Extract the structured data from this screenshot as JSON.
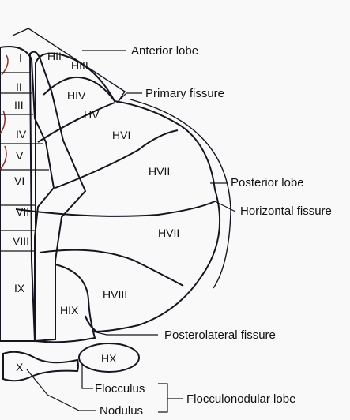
{
  "colors": {
    "background": "#f9f9f9",
    "vermis": "#8c8a8c",
    "paravermis": "#dcefcf",
    "hemisphere": "#97b9dc",
    "outline": "#151520",
    "artery": "#8a2e2e"
  },
  "vermis_labels": {
    "i": "I",
    "ii": "II",
    "iii": "III",
    "iv": "IV",
    "v": "V",
    "vi": "VI",
    "vii": "VII",
    "viii": "VIII",
    "ix": "IX",
    "x": "X"
  },
  "hemisphere_labels": {
    "hii": "HII",
    "hiii": "HIII",
    "hiv": "HIV",
    "hv": "HV",
    "hvi": "HVI",
    "hvii_upper": "HVII",
    "hvii_lower": "HVII",
    "hviii": "HVIII",
    "hix": "HIX",
    "hx": "HX"
  },
  "callouts": {
    "anterior_lobe": "Anterior lobe",
    "primary_fissure": "Primary fissure",
    "posterior_lobe": "Posterior lobe",
    "horizontal_fissure": "Horizontal fissure",
    "posterolateral_fissure": "Posterolateral fissure",
    "flocculus": "Flocculus",
    "nodulus": "Nodulus",
    "flocculonodular_lobe": "Flocculonodular lobe"
  }
}
